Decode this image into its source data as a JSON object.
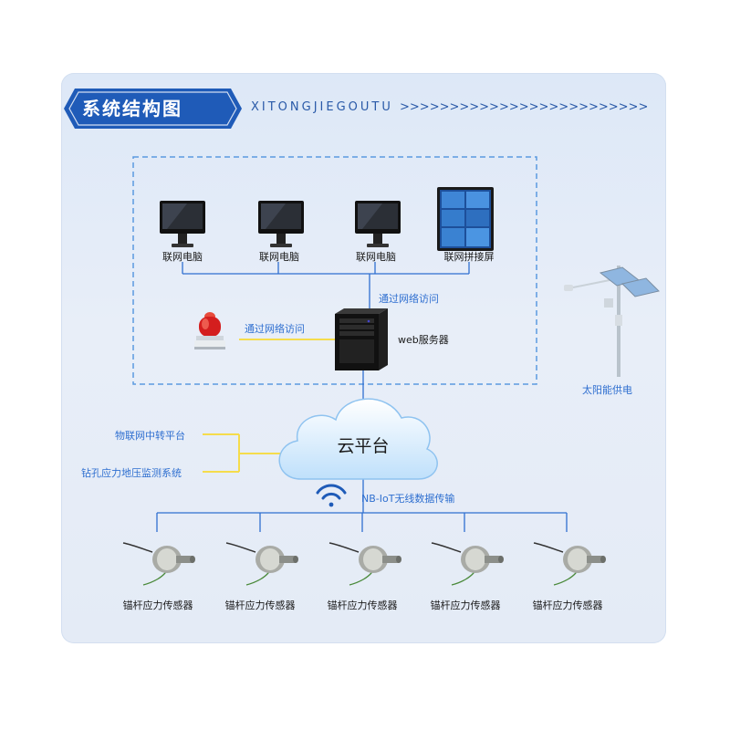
{
  "header": {
    "title": "系统结构图",
    "pinyin": "XITONGJIEGOUTU",
    "arrows": ">>>>>>>>>>>>>>>>>>>>>>>>>"
  },
  "terminals": [
    {
      "label": "联网电脑",
      "icon": "monitor-icon"
    },
    {
      "label": "联网电脑",
      "icon": "monitor-icon"
    },
    {
      "label": "联网电脑",
      "icon": "monitor-icon"
    },
    {
      "label": "联网拼接屏",
      "icon": "video-wall-icon"
    }
  ],
  "server": {
    "label": "web服务器",
    "icon": "server-tower-icon"
  },
  "links": {
    "server_to_terminals": "通过网络访问",
    "alarm_to_server": "通过网络访问"
  },
  "alarm": {
    "icon": "alarm-light-icon"
  },
  "solar": {
    "label": "太阳能供电",
    "icon": "solar-pole-icon"
  },
  "cloud": {
    "label": "云平台",
    "icon": "cloud-icon"
  },
  "platforms": [
    "物联网中转平台",
    "钻孔应力地压监测系统"
  ],
  "wireless": {
    "label": "NB-IoT无线数据传输",
    "icon": "wifi-icon"
  },
  "sensors": [
    {
      "label": "锚杆应力传感器"
    },
    {
      "label": "锚杆应力传感器"
    },
    {
      "label": "锚杆应力传感器"
    },
    {
      "label": "锚杆应力传感器"
    },
    {
      "label": "锚杆应力传感器"
    }
  ],
  "colors": {
    "banner": "#1f5bb8",
    "connector_blue": "#2f6fd0",
    "connector_yellow": "#f5dc4c",
    "dashed_box": "#5b9ae0"
  }
}
